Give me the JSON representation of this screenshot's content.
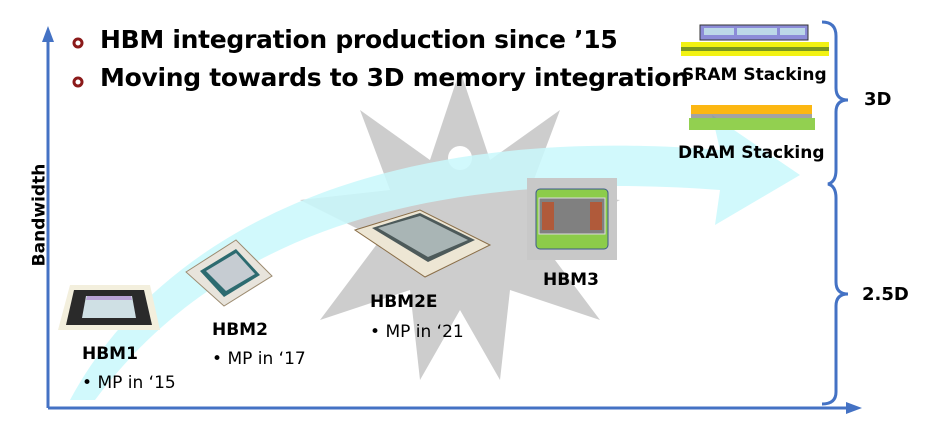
{
  "bullets": [
    "HBM integration production since ’15",
    "Moving towards to 3D memory integration"
  ],
  "axis": {
    "y_label": "Bandwidth"
  },
  "generations": [
    {
      "name": "HBM1",
      "note": "MP in ‘15"
    },
    {
      "name": "HBM2",
      "note": "MP in ‘17"
    },
    {
      "name": "HBM2E",
      "note": "MP in ‘21"
    },
    {
      "name": "HBM3"
    }
  ],
  "stacking": {
    "sram": "SRAM Stacking",
    "dram": "DRAM Stacking"
  },
  "tiers": {
    "upper": "3D",
    "lower": "2.5D"
  },
  "colors": {
    "axis": "#4472c4",
    "bullet": "#8b1a1a",
    "arrow": "#c9f8fb",
    "watermark": "#c8c8c8"
  }
}
